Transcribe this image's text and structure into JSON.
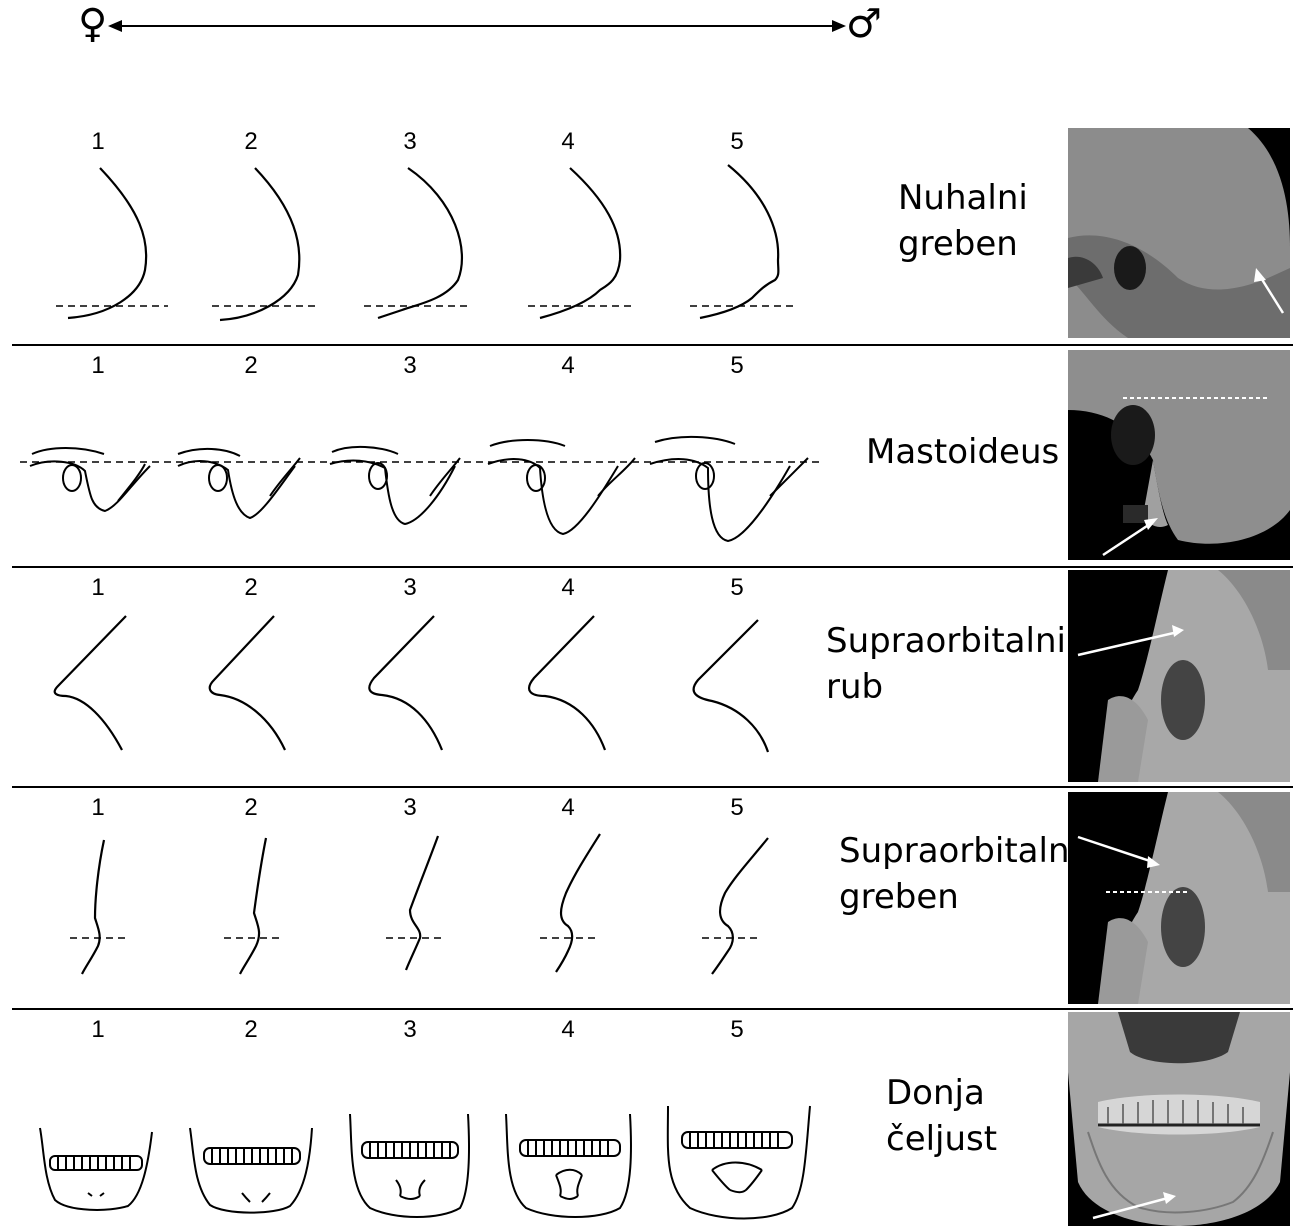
{
  "scale": {
    "female_symbol": "♀",
    "male_symbol": "♂"
  },
  "rows": [
    {
      "id": "nuchal",
      "label_line1": "Nuhalni",
      "label_line2": "greben",
      "numbers": [
        "1",
        "2",
        "3",
        "4",
        "5"
      ]
    },
    {
      "id": "mastoid",
      "label_line1": "Mastoideus",
      "label_line2": "",
      "numbers": [
        "1",
        "2",
        "3",
        "4",
        "5"
      ]
    },
    {
      "id": "supraorbital-margin",
      "label_line1": "Supraorbitalni",
      "label_line2": "rub",
      "numbers": [
        "1",
        "2",
        "3",
        "4",
        "5"
      ]
    },
    {
      "id": "supraorbital-ridge",
      "label_line1": "Supraorbitalni",
      "label_line2": "greben",
      "numbers": [
        "1",
        "2",
        "3",
        "4",
        "5"
      ]
    },
    {
      "id": "mandible",
      "label_line1": "Donja",
      "label_line2": "čeljust",
      "numbers": [
        "1",
        "2",
        "3",
        "4",
        "5"
      ]
    }
  ],
  "colors": {
    "ink": "#000000",
    "photo_bg": "#000000",
    "bone": "#b8b8b8",
    "arrow": "#ffffff"
  }
}
